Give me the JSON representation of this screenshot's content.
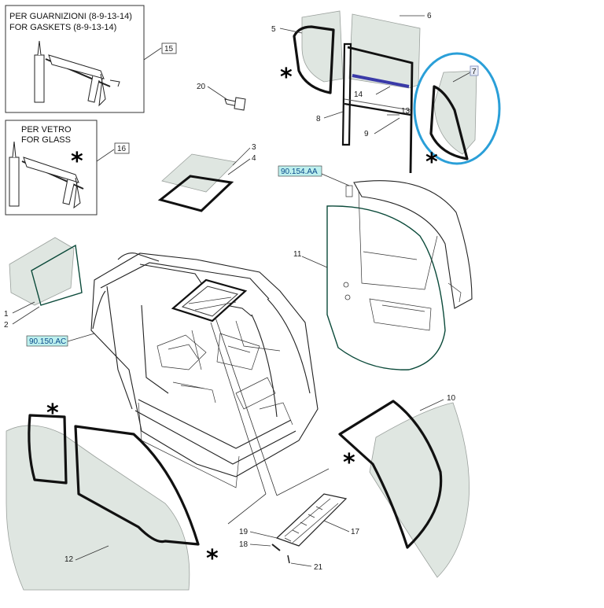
{
  "notes": {
    "gaskets_line1": "PER GUARNIZIONI (8-9-13-14)",
    "gaskets_line2": "FOR GASKETS (8-9-13-14)",
    "glass_line1": "PER VETRO",
    "glass_line2": "FOR GLASS"
  },
  "refs": {
    "ref_door": "90.154.AA",
    "ref_cab": "90.150.AC"
  },
  "callouts": {
    "c1": "1",
    "c2": "2",
    "c3": "3",
    "c4": "4",
    "c5": "5",
    "c6": "6",
    "c7": "7",
    "c8": "8",
    "c9": "9",
    "c10": "10",
    "c11": "11",
    "c12": "12",
    "c13": "13",
    "c14": "14",
    "c15": "15",
    "c16": "16",
    "c17": "17",
    "c18": "18",
    "c19": "19",
    "c20": "20",
    "c21": "21"
  },
  "markers": {
    "asterisk": "*"
  },
  "colors": {
    "highlight_ellipse": "#2a9fd8",
    "ref_box_fill": "#bdf0ee",
    "glass_fill": "#dfe6e1",
    "door_outline": "#0b4a3a",
    "gasket_14": "#3a3aa8"
  }
}
